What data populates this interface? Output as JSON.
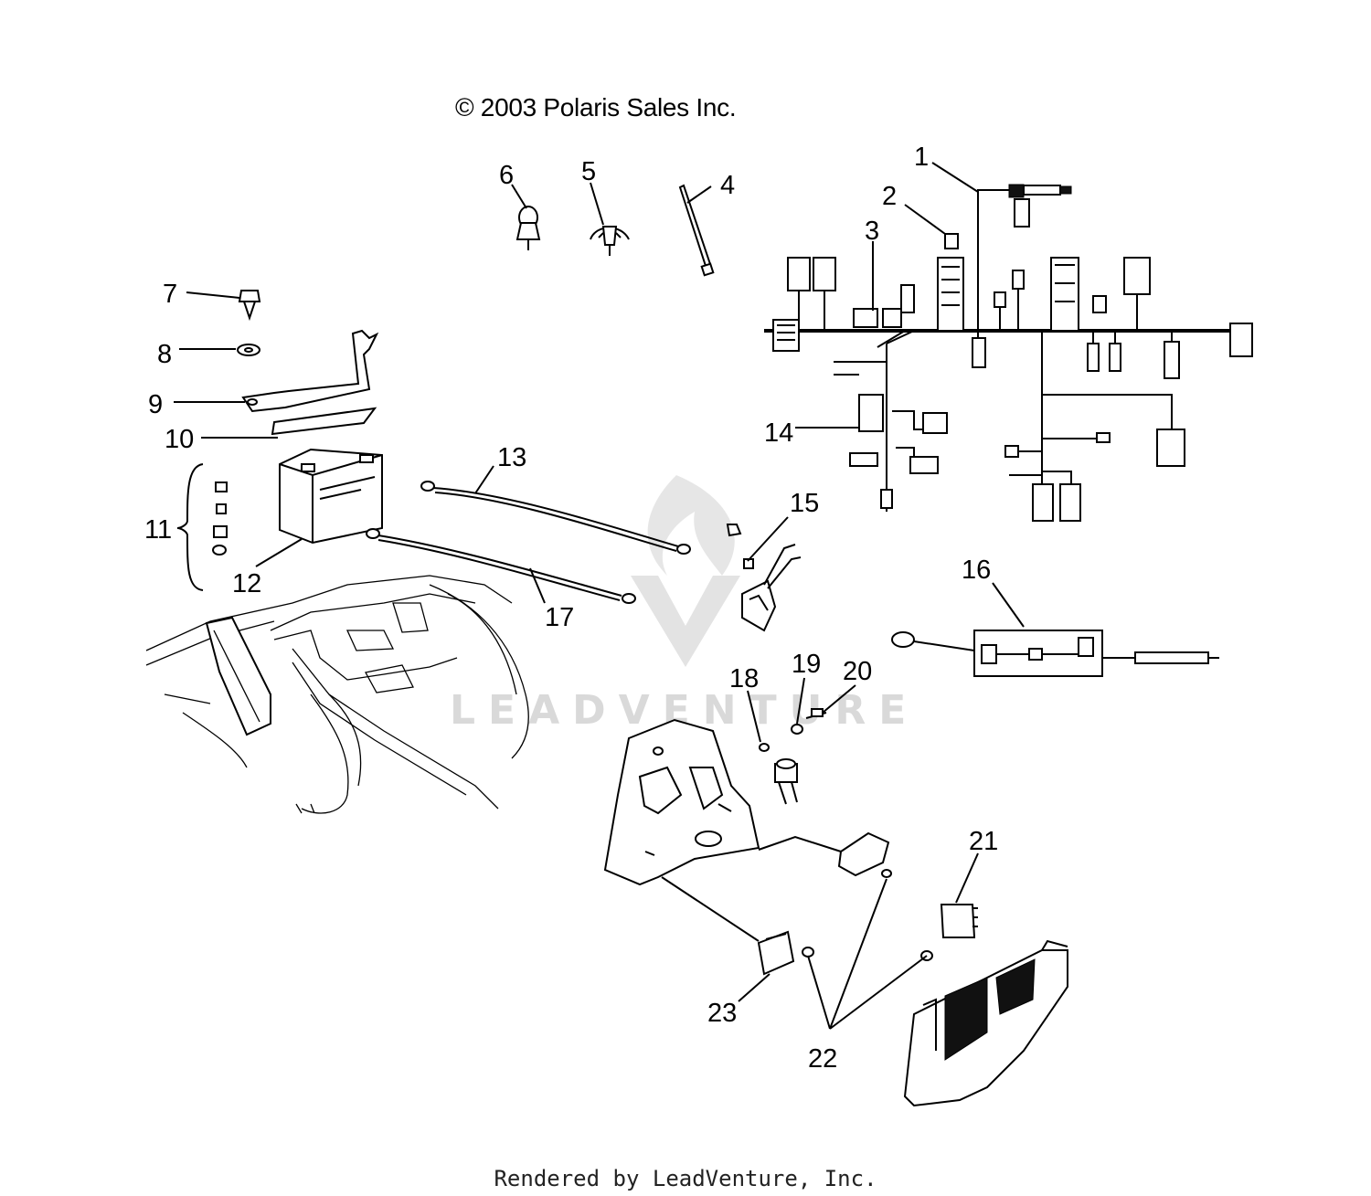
{
  "copyright": "© 2003 Polaris Sales Inc.",
  "footer": "Rendered by LeadVenture, Inc.",
  "watermark": "LEADVENTURE",
  "callouts": [
    "1",
    "2",
    "3",
    "4",
    "5",
    "6",
    "7",
    "8",
    "9",
    "10",
    "11",
    "12",
    "13",
    "14",
    "15",
    "16",
    "17",
    "18",
    "19",
    "20",
    "21",
    "22",
    "23"
  ],
  "colors": {
    "ink": "#000000",
    "watermark": "#d9d9d9",
    "background": "#ffffff"
  }
}
